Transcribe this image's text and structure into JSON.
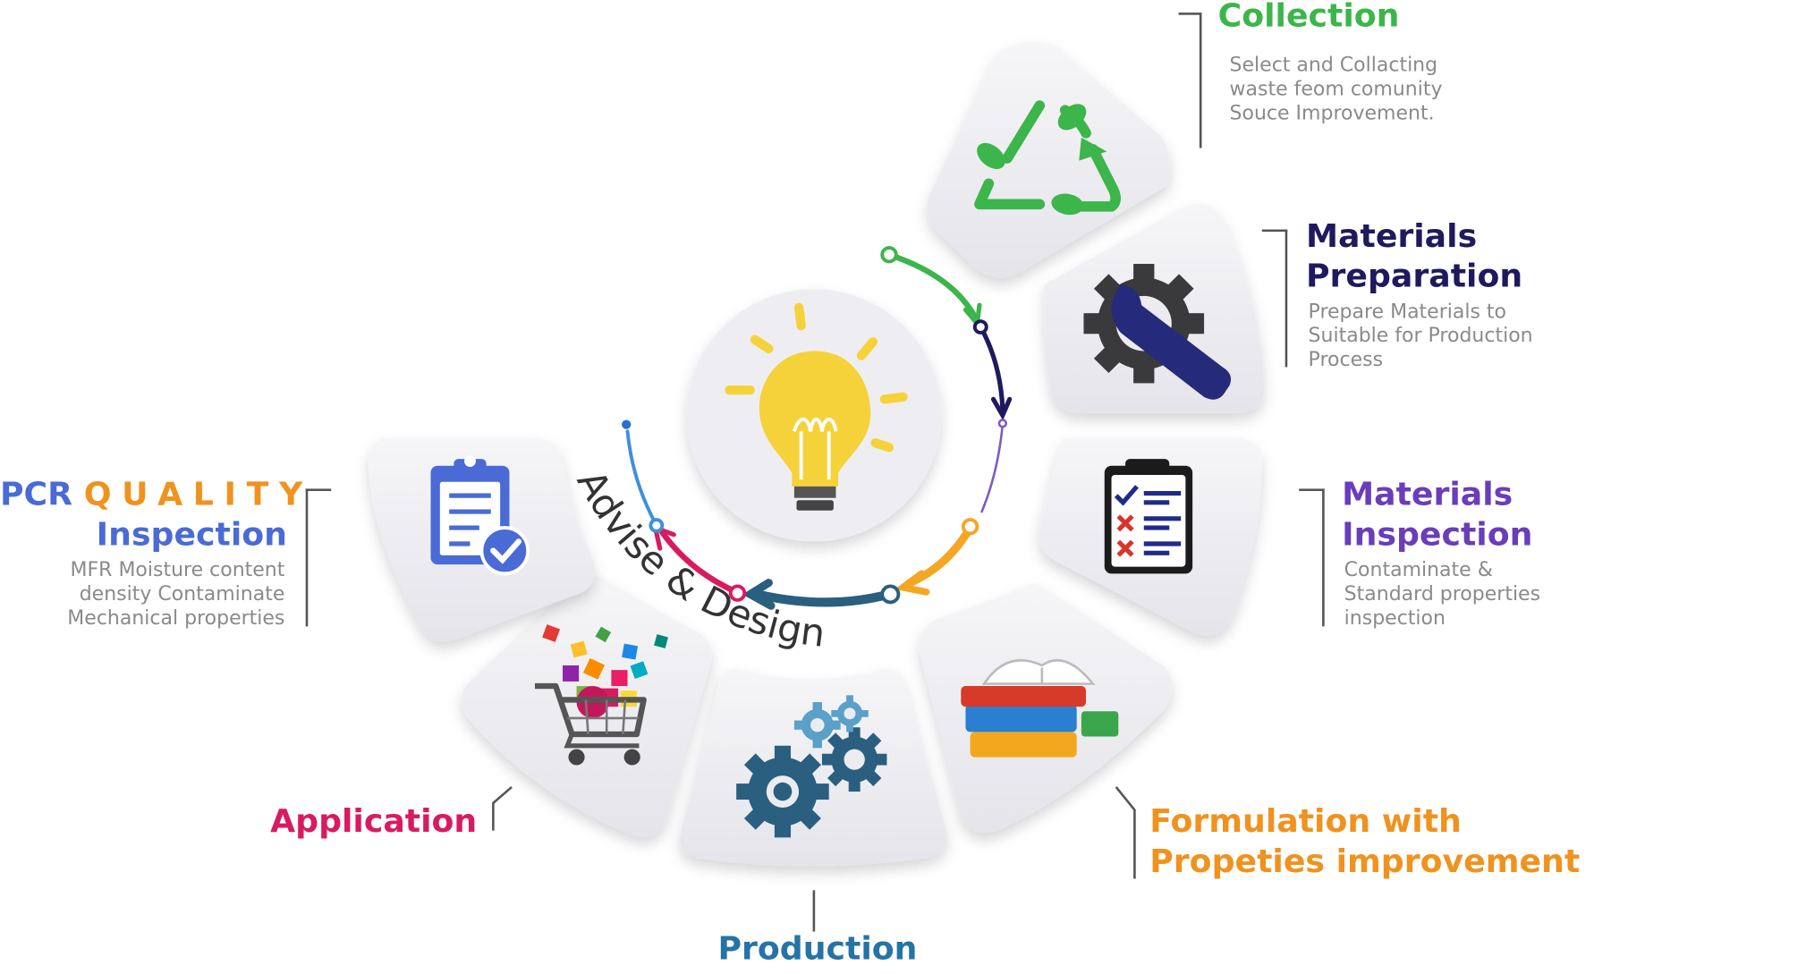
{
  "center": {
    "caption": "Advise & Design"
  },
  "stages": {
    "collection": {
      "title": "Collection",
      "color": "#3cb54a",
      "desc": [
        "Select and  Collacting",
        "waste  feom comunity",
        "Souce Improvement."
      ],
      "icon": "recycle-icon"
    },
    "materials_preparation": {
      "title_line1": "Materials",
      "title_line2": "Preparation",
      "color": "#1f1a5e",
      "desc": [
        "Prepare Materials to",
        "Suitable for Production",
        "Process"
      ],
      "icon": "gear-wrench-icon"
    },
    "materials_inspection": {
      "title_line1": "Materials",
      "title_line2": "Inspection",
      "color": "#6a3dbb",
      "desc": [
        "Contaminate &",
        "Standard properties",
        "inspection"
      ],
      "icon": "checklist-clipboard-icon"
    },
    "formulation": {
      "title_line1": "Formulation with",
      "title_line2": "Propeties improvement",
      "color": "#f0921e",
      "icon": "books-icon"
    },
    "production": {
      "title": "Production",
      "color": "#2673a6",
      "icon": "gears-icon"
    },
    "application": {
      "title": "Application",
      "color": "#d81b60",
      "icon": "shopping-cart-icon"
    },
    "pcr_quality_inspection": {
      "title_pcr": "PCR",
      "title_quality": "QUALITY",
      "title_line2": "Inspection",
      "pcr_color": "#4a6bd6",
      "quality_color": "#f0921e",
      "desc": [
        "MFR Moisture content",
        "density Contaminate",
        "Mechanical properties"
      ],
      "icon": "clipboard-check-icon"
    }
  },
  "colors": {
    "green": "#3cb54a",
    "navy": "#1f1a5e",
    "purple": "#6a3dbb",
    "orange": "#f5a623",
    "teal": "#2a5f80",
    "pink": "#d81b60",
    "blue": "#3d8fe0",
    "bulb": "#f5d23a"
  }
}
